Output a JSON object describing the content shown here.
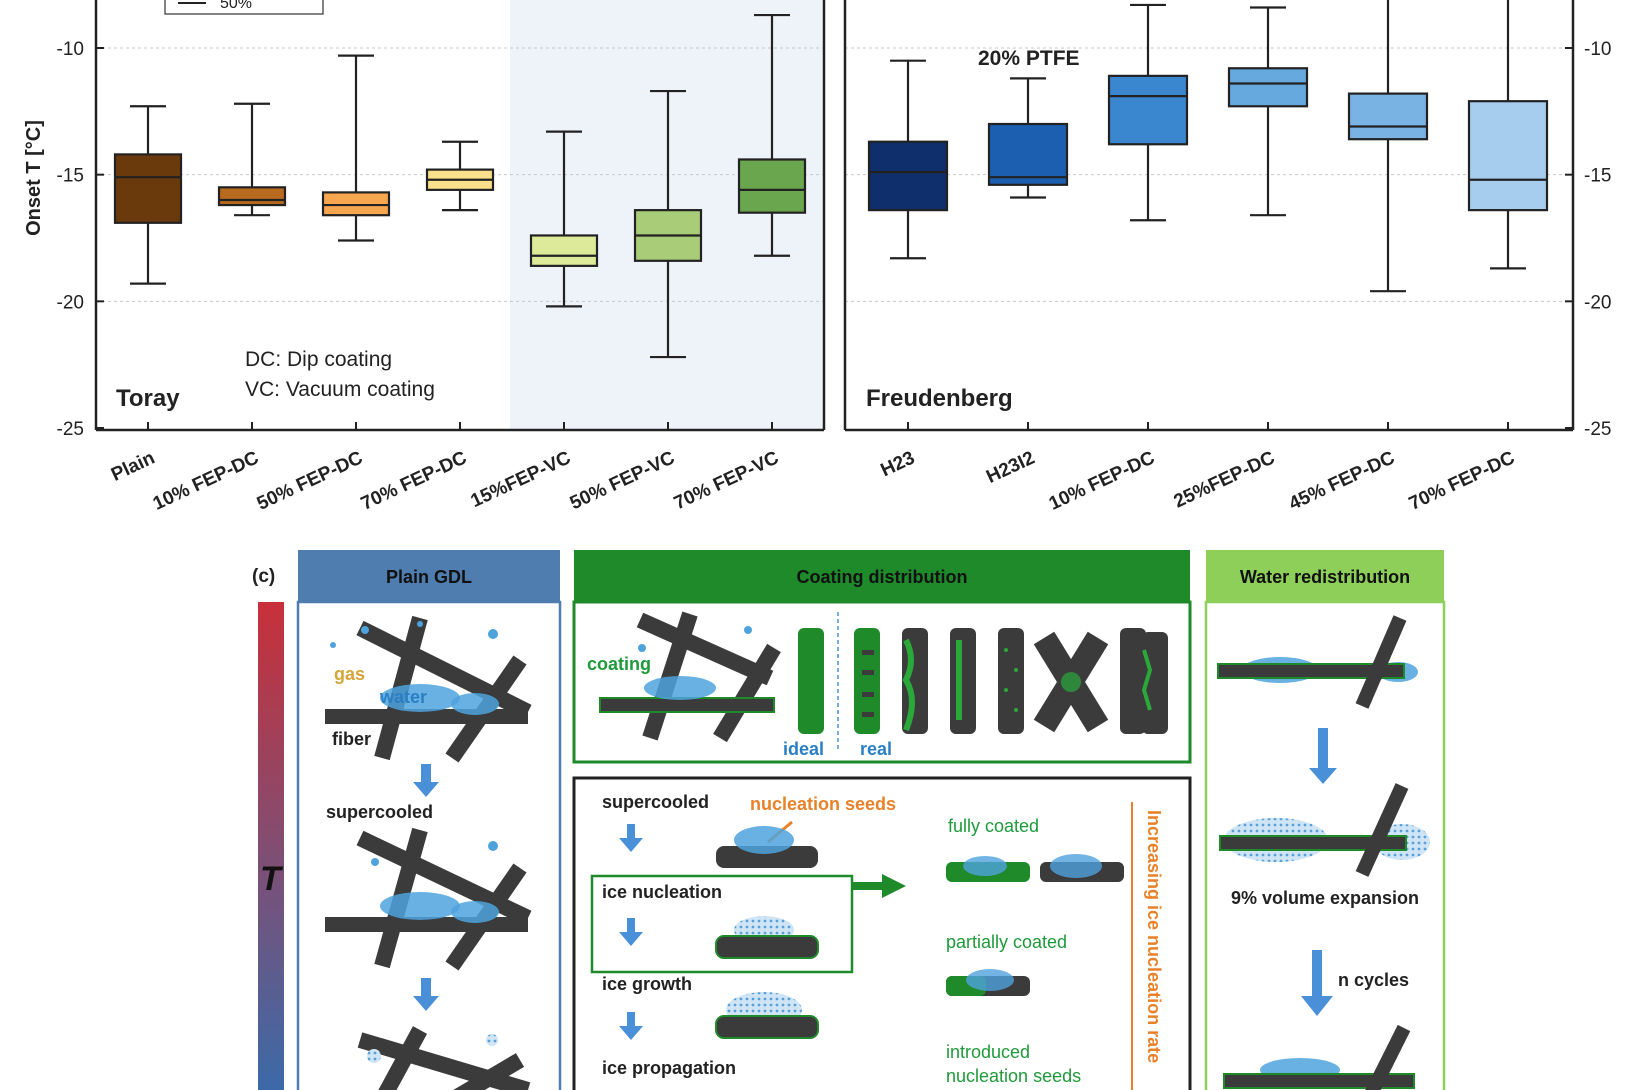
{
  "chart_data": [
    {
      "type": "boxplot",
      "panel": "Toray",
      "ylabel": "Onset T [°C]",
      "ylim": [
        -25,
        -8
      ],
      "yticks": [
        -10,
        -15,
        -20,
        -25
      ],
      "legend_fragment": "50%",
      "annotations": [
        "DC: Dip coating",
        "VC: Vacuum coating"
      ],
      "shaded_region": [
        "15%FEP-VC",
        "50% FEP-VC",
        "70% FEP-VC"
      ],
      "categories": [
        "Plain",
        "10% FEP-DC",
        "50% FEP-DC",
        "70% FEP-DC",
        "15%FEP-VC",
        "50% FEP-VC",
        "70% FEP-VC"
      ],
      "boxes": [
        {
          "min": -19.3,
          "q1": -16.9,
          "median": -15.1,
          "q3": -14.2,
          "max": -12.3,
          "color": "#6b3a0c"
        },
        {
          "min": -16.6,
          "q1": -16.2,
          "median": -16.0,
          "q3": -15.5,
          "max": -12.2,
          "color": "#b86a1f"
        },
        {
          "min": -17.6,
          "q1": -16.6,
          "median": -16.2,
          "q3": -15.7,
          "max": -10.3,
          "color": "#f7a650"
        },
        {
          "min": -16.4,
          "q1": -15.6,
          "median": -15.2,
          "q3": -14.8,
          "max": -13.7,
          "color": "#fbe08c"
        },
        {
          "min": -20.2,
          "q1": -18.6,
          "median": -18.2,
          "q3": -17.4,
          "max": -13.3,
          "color": "#dcea9a"
        },
        {
          "min": -22.2,
          "q1": -18.4,
          "median": -17.4,
          "q3": -16.4,
          "max": -11.7,
          "color": "#a8cc78"
        },
        {
          "min": -18.2,
          "q1": -16.5,
          "median": -15.6,
          "q3": -14.4,
          "max": -8.7,
          "color": "#69a64e"
        }
      ]
    },
    {
      "type": "boxplot",
      "panel": "Freudenberg",
      "ylim": [
        -25,
        -8
      ],
      "yticks": [
        -10,
        -15,
        -20,
        -25
      ],
      "annotations": [
        "20% PTFE"
      ],
      "categories": [
        "H23",
        "H23I2",
        "10% FEP-DC",
        "25%FEP-DC",
        "45% FEP-DC",
        "70% FEP-DC"
      ],
      "boxes": [
        {
          "min": -18.3,
          "q1": -16.4,
          "median": -14.9,
          "q3": -13.7,
          "max": -10.5,
          "color": "#0e2f6b"
        },
        {
          "min": -15.9,
          "q1": -15.4,
          "median": -15.1,
          "q3": -13.0,
          "max": -11.2,
          "color": "#1c5fb0"
        },
        {
          "min": -16.8,
          "q1": -13.8,
          "median": -11.9,
          "q3": -11.1,
          "max": -8.3,
          "color": "#3a86cf"
        },
        {
          "min": -16.6,
          "q1": -12.3,
          "median": -11.4,
          "q3": -10.8,
          "max": -8.4,
          "color": "#66a9de"
        },
        {
          "min": -19.6,
          "q1": -13.6,
          "median": -13.1,
          "q3": -11.8,
          "max": -7.9,
          "color": "#79b3e3"
        },
        {
          "min": -18.7,
          "q1": -16.4,
          "median": -15.2,
          "q3": -12.1,
          "max": -7.8,
          "color": "#a7cdee"
        }
      ]
    }
  ],
  "panel_c": {
    "label": "(c)",
    "t_axis": "T",
    "col1": {
      "title": "Plain GDL",
      "gas": "gas",
      "water": "water",
      "fiber": "fiber",
      "supercooled": "supercooled"
    },
    "col2": {
      "title": "Coating distribution",
      "coating": "coating",
      "ideal": "ideal",
      "real": "real",
      "steps": [
        "supercooled",
        "ice nucleation",
        "ice growth",
        "ice propagation"
      ],
      "nucleation_seeds": "nucleation seeds",
      "fully": "fully coated",
      "partially": "partially coated",
      "introduced": "introduced",
      "seeds": "nucleation seeds",
      "rate": "Increasing ice nucleation rate"
    },
    "col3": {
      "title": "Water redistribution",
      "expansion": "9% volume expansion",
      "cycles": "n cycles"
    }
  },
  "colors": {
    "axis": "#222222",
    "shade": "#eef3fa",
    "green_dark": "#1e8a2a",
    "green_light": "#8ecf5a",
    "blue_panel": "#4a78a8",
    "orange": "#e8822a",
    "water": "#4fa3dd",
    "fiber": "#3b3b3b"
  }
}
